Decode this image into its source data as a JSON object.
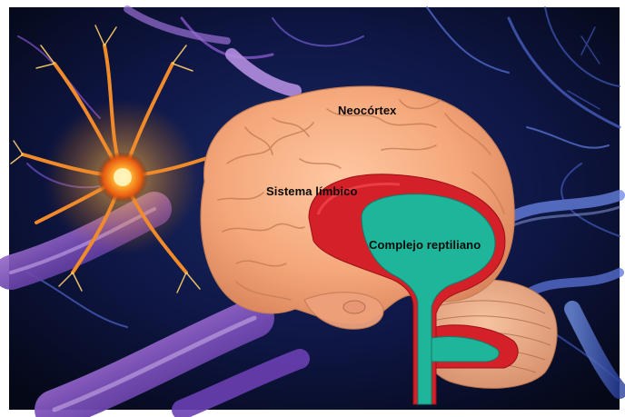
{
  "labels": {
    "neocortex": "Neocórtex",
    "limbic": "Sistema límbico",
    "reptilian": "Complejo reptiliano"
  },
  "icons": {
    "neuron": "neuron-icon",
    "brain": "brain-icon"
  },
  "colors": {
    "background": "#0b1230",
    "cortex": "#f2a77c",
    "limbic": "#d4202a",
    "reptilian": "#1fb59a",
    "neuron_glow": "#ffb347"
  }
}
